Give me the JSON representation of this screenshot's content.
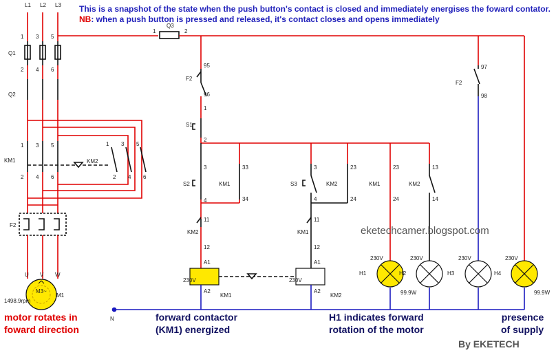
{
  "notes": {
    "line1": "This is a snapshot of the state when the push button's contact is closed and immediately energises the foward contator.",
    "nb_label": "NB",
    "nb_text": ": when a push button is pressed and released, it's contact closes and opens immediately"
  },
  "captions": {
    "motor_line1": "motor rotates in",
    "motor_line2": "foward direction",
    "km1_line1": "forward contactor",
    "km1_line2": "(KM1) energized",
    "h1_line1": "H1 indicates forward",
    "h1_line2": "rotation of the motor",
    "supply_line1": "presence",
    "supply_line2": "of supply"
  },
  "blog": "eketechcamer.blogspot.com",
  "credit": "By EKETECH",
  "labels": {
    "L1": "L1",
    "L2": "L2",
    "L3": "L3",
    "Q1": "Q1",
    "Q2": "Q2",
    "Q3": "Q3",
    "KM1": "KM1",
    "KM2": "KM2",
    "F2": "F2",
    "S1": "S1",
    "S2": "S2",
    "S3": "S3",
    "H1": "H1",
    "H2": "H2",
    "H3": "H3",
    "H4": "H4",
    "M1": "M1",
    "M3": "M3~",
    "U": "U",
    "V": "V",
    "W": "W",
    "N": "N",
    "A1": "A1",
    "A2": "A2",
    "v230": "230V",
    "w99": "99.9W",
    "rpm": "1498.9rpm",
    "n1": "1",
    "n2": "2",
    "n3": "3",
    "n4": "4",
    "n5": "5",
    "n6": "6",
    "n11": "11",
    "n12": "12",
    "n13": "13",
    "n14": "14",
    "n23": "23",
    "n24": "24",
    "n33": "33",
    "n34": "34",
    "n95": "95",
    "n96": "96",
    "n97": "97",
    "n98": "98"
  },
  "colors": {
    "energized": "#e00000",
    "neutral": "#1a1ac0",
    "wire": "#111111",
    "coil_on": "#ffe800",
    "lamp_on": "#ffe800",
    "motor": "#ffe800",
    "note_text": "#2222bb"
  }
}
